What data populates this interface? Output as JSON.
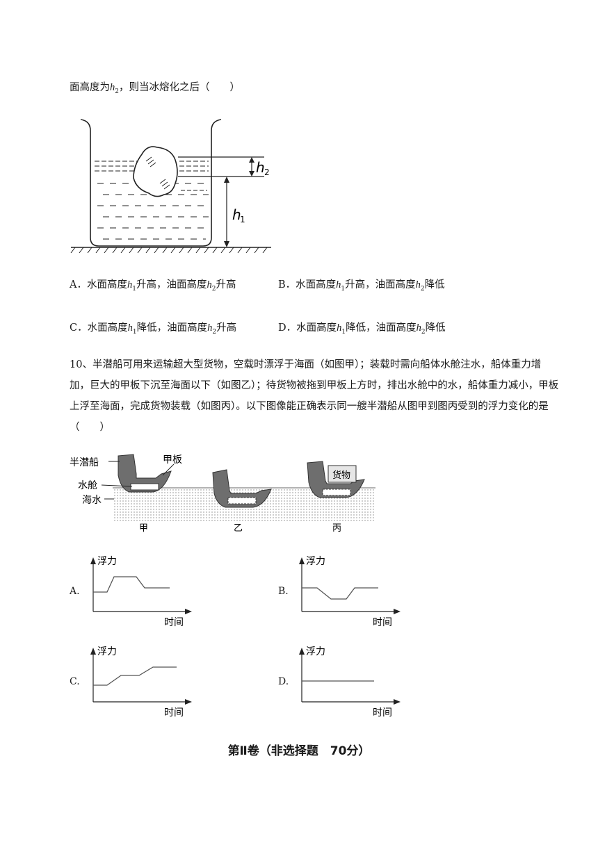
{
  "q9": {
    "stem_tail_pre": "面高度为",
    "stem_tail_var": "h",
    "stem_tail_sub": "2",
    "stem_tail_post": "，则当冰熔化之后（　　）",
    "figure": {
      "label_h1": "h",
      "label_h1_sub": "1",
      "label_h2": "h",
      "label_h2_sub": "2"
    },
    "options": [
      {
        "key": "A",
        "text_parts": [
          "A．水面高度",
          "h",
          "1",
          "升高，油面高度",
          "h",
          "2",
          "升高"
        ]
      },
      {
        "key": "B",
        "text_parts": [
          "B．水面高度",
          "h",
          "1",
          "升高，油面高度",
          "h",
          "2",
          "降低"
        ]
      },
      {
        "key": "C",
        "text_parts": [
          "C．水面高度",
          "h",
          "1",
          "降低，油面高度",
          "h",
          "2",
          "升高"
        ]
      },
      {
        "key": "D",
        "text_parts": [
          "D．水面高度",
          "h",
          "1",
          "降低，油面高度",
          "h",
          "2",
          "降低"
        ]
      }
    ]
  },
  "q10": {
    "stem": "10、半潜船可用来运输超大型货物，空载时漂浮于海面（如图甲）；装载时需向船体水舱注水，船体重力增加，巨大的甲板下沉至海面以下（如图乙）；待货物被拖到甲板上方时，排出水舱中的水，船体重力减小，甲板上浮至海面，完成货物装载（如图丙）。以下图像能正确表示同一艘半潜船从图甲到图丙受到的浮力变化的是（　　）",
    "ship_figure": {
      "label_ship": "半潜船",
      "label_deck": "甲板",
      "label_tank": "水舱",
      "label_sea": "海水",
      "label_cargo": "货物",
      "caption_a": "甲",
      "caption_b": "乙",
      "caption_c": "丙"
    },
    "graph_axis_y": "浮力",
    "graph_axis_x": "时间",
    "options": [
      {
        "key": "A",
        "label": "A."
      },
      {
        "key": "B",
        "label": "B."
      },
      {
        "key": "C",
        "label": "C."
      },
      {
        "key": "D",
        "label": "D."
      }
    ]
  },
  "section": {
    "title": "第Ⅱ卷（非选择题　70分）"
  }
}
